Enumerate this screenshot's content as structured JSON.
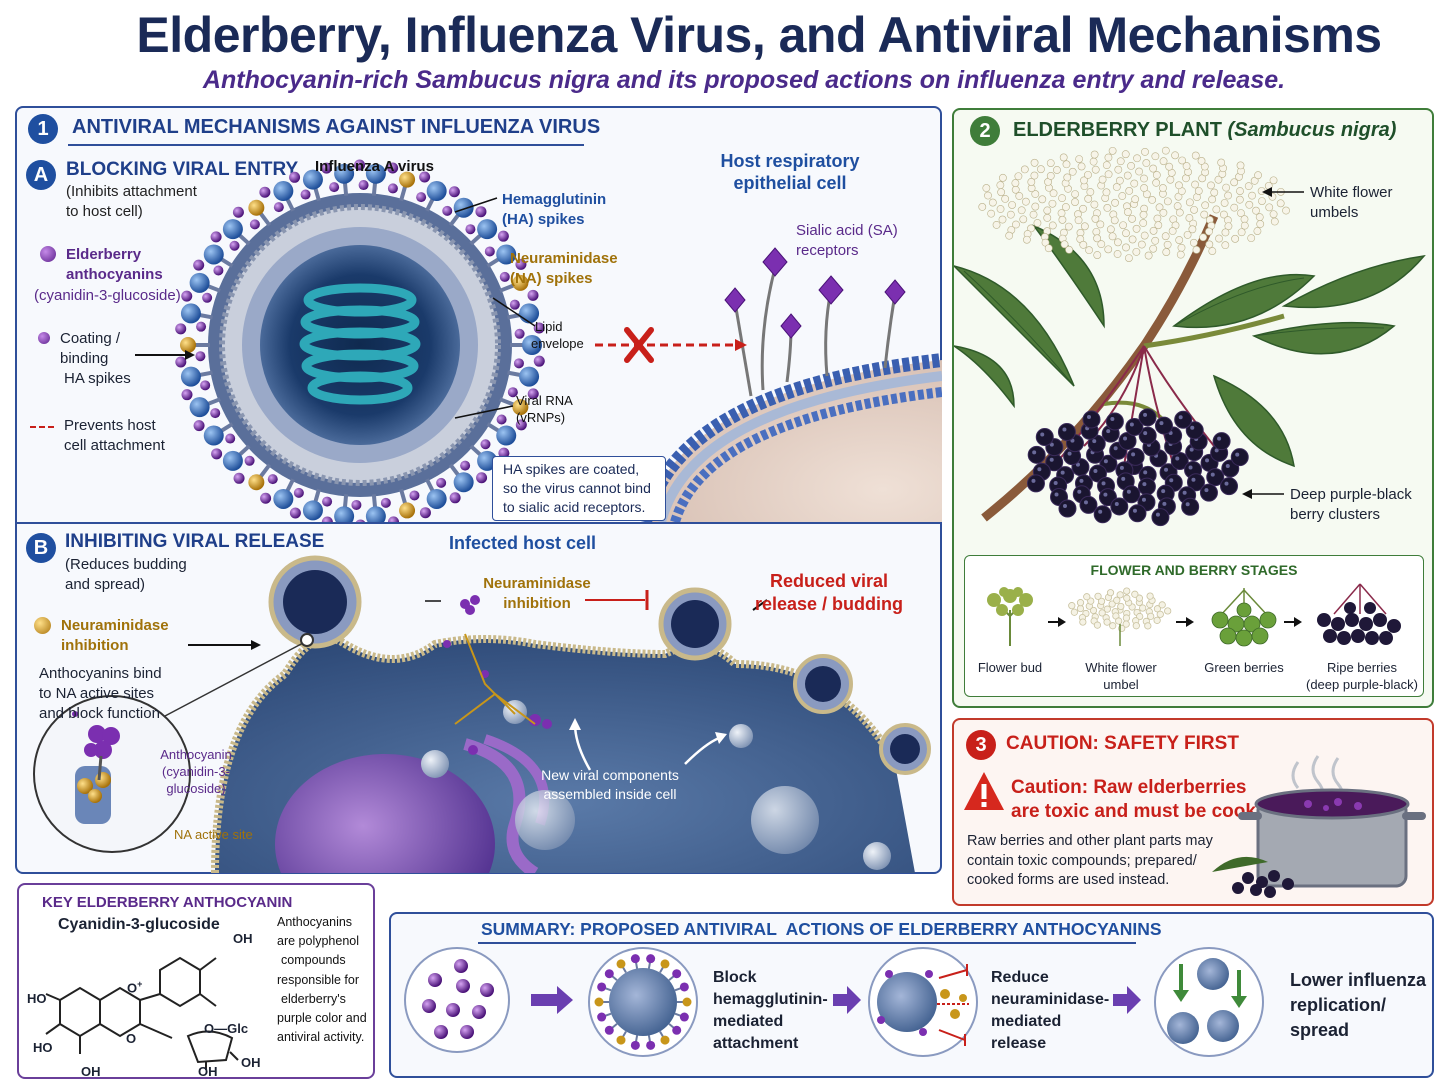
{
  "title": "Elderberry, Influenza Virus, and Antiviral Mechanisms",
  "subtitle": "Anthocyanin-rich Sambucus nigra and its proposed actions on influenza entry and release.",
  "panel1": {
    "number": "1",
    "heading": "ANTIVIRAL MECHANISMS AGAINST INFLUENZA VIRUS",
    "sectionA": {
      "letter": "A",
      "heading": "BLOCKING VIRAL ENTRY",
      "sub1": "(Inhibits attachment",
      "sub2": "to host cell)",
      "legend_antho_1": "Elderberry",
      "legend_antho_2": "anthocyanins",
      "legend_antho_3": "(cyanidin-3-glucoside)",
      "legend_coat_1": "Coating /",
      "legend_coat_2": "binding",
      "legend_coat_3": "HA spikes",
      "legend_prev_1": "Prevents host",
      "legend_prev_2": "cell attachment",
      "virus_label": "Influenza A virus",
      "ha_1": "Hemagglutinin",
      "ha_2": "(HA) spikes",
      "na_1": "Neuraminidase",
      "na_2": "(NA) spikes",
      "lipid_1": "Lipid",
      "lipid_2": "envelope",
      "rna_1": "Viral RNA",
      "rna_2": "(vRNPs)",
      "host_1": "Host respiratory",
      "host_2": "epithelial cell",
      "sialic_1": "Sialic acid (SA)",
      "sialic_2": "receptors",
      "note_1": "HA spikes are coated,",
      "note_2": "so the virus cannot bind",
      "note_3": "to sialic acid receptors."
    },
    "sectionB": {
      "letter": "B",
      "heading": "INHIBITING VIRAL RELEASE",
      "sub1": "(Reduces budding",
      "sub2": "and spread)",
      "legend_na_1": "Neuraminidase",
      "legend_na_2": "inhibition",
      "bind_1": "Anthocyanins bind",
      "bind_2": "to NA active sites",
      "bind_3": "and block function",
      "infected": "Infected host cell",
      "na_inhib_1": "Neuraminidase",
      "na_inhib_2": "inhibition",
      "reduced_1": "Reduced viral",
      "reduced_2": "release / budding",
      "zoom_1": "Anthocyanin",
      "zoom_2": "(cyanidin-3-",
      "zoom_3": "glucoside)",
      "zoom_site": "NA active site",
      "assembled_1": "New viral components",
      "assembled_2": "assembled inside cell"
    }
  },
  "panel2": {
    "number": "2",
    "heading": "ELDERBERRY PLANT",
    "heading_italic": "(Sambucus nigra)",
    "flower_1": "White flower",
    "flower_2": "umbels",
    "berry_1": "Deep purple-black",
    "berry_2": "berry clusters",
    "stages_heading": "FLOWER AND BERRY STAGES",
    "stages": [
      {
        "l1": "Flower bud",
        "l2": ""
      },
      {
        "l1": "White flower",
        "l2": "umbel"
      },
      {
        "l1": "Green berries",
        "l2": ""
      },
      {
        "l1": "Ripe berries",
        "l2": "(deep purple-black)"
      }
    ]
  },
  "panel3": {
    "number": "3",
    "heading": "CAUTION: SAFETY FIRST",
    "warn_1": "Caution: Raw elderberries",
    "warn_2": "are toxic and must be cooked.",
    "body_1": "Raw berries and other plant parts may",
    "body_2": "contain toxic compounds; prepared/",
    "body_3": "cooked forms are used instead."
  },
  "key": {
    "heading": "KEY ELDERBERRY ANTHOCYANIN",
    "compound": "Cyanidin-3-glucoside",
    "desc": [
      "Anthocyanins",
      "are polyphenol",
      "compounds",
      "responsible for",
      "elderberry's",
      "purple color and",
      "antiviral activity."
    ],
    "atoms": {
      "oh": "OH",
      "ho": "HO",
      "oplus": "O",
      "plus": "+",
      "o": "O",
      "glc": "O—Glc"
    }
  },
  "summary": {
    "heading": "SUMMARY: PROPOSED ANTIVIRAL  ACTIONS OF ELDERBERRY ANTHOCYANINS",
    "step1": [
      "Block",
      "hemagglutinin-",
      "mediated",
      "attachment"
    ],
    "step2": [
      "Reduce",
      "neuraminidase-",
      "mediated",
      "release"
    ],
    "step3": [
      "Lower influenza",
      "replication/",
      "spread"
    ]
  },
  "colors": {
    "navy": "#1a2a57",
    "blue": "#1f4fa0",
    "purple": "#5a2a8a",
    "gold": "#c8961a",
    "red": "#c8201a",
    "green": "#3f7d3a"
  }
}
